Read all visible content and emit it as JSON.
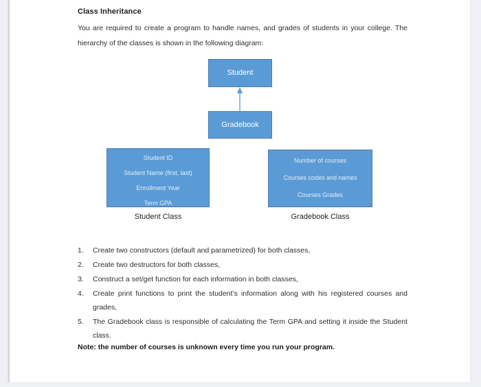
{
  "document": {
    "title": "Class Inheritance",
    "intro": "You are required to create a program to handle names, and grades of students in your college. The hierarchy of the classes is shown in the following diagram:",
    "diagram": {
      "parent_box": "Student",
      "child_box": "Gradebook",
      "student_attributes": [
        "Student ID",
        "Student Name (first, last)",
        "Enrollment Year",
        "Term GPA"
      ],
      "gradebook_attributes": [
        "Number of courses",
        "Courses codes and names",
        "Courses Grades"
      ],
      "student_caption": "Student Class",
      "gradebook_caption": "Gradebook Class",
      "colors": {
        "box_fill": "#5b9bd5",
        "box_border": "#4a7ab3",
        "box_text": "#ffffff",
        "arrow": "#5b9bd5"
      }
    },
    "requirements": [
      {
        "num": "1.",
        "text": "Create two constructors (default and parametrized) for both classes,"
      },
      {
        "num": "2.",
        "text": "Create two destructors for both classes,"
      },
      {
        "num": "3.",
        "text": "Construct a set/get function for each information in both classes,"
      },
      {
        "num": "4.",
        "text": "Create print functions to print the student’s information along with his registered courses and grades,"
      },
      {
        "num": "5.",
        "text": "The Gradebook class is responsible of calculating the Term GPA and setting it inside the Student class."
      }
    ],
    "note": "Note: the number of courses is unknown every time you run your program."
  }
}
